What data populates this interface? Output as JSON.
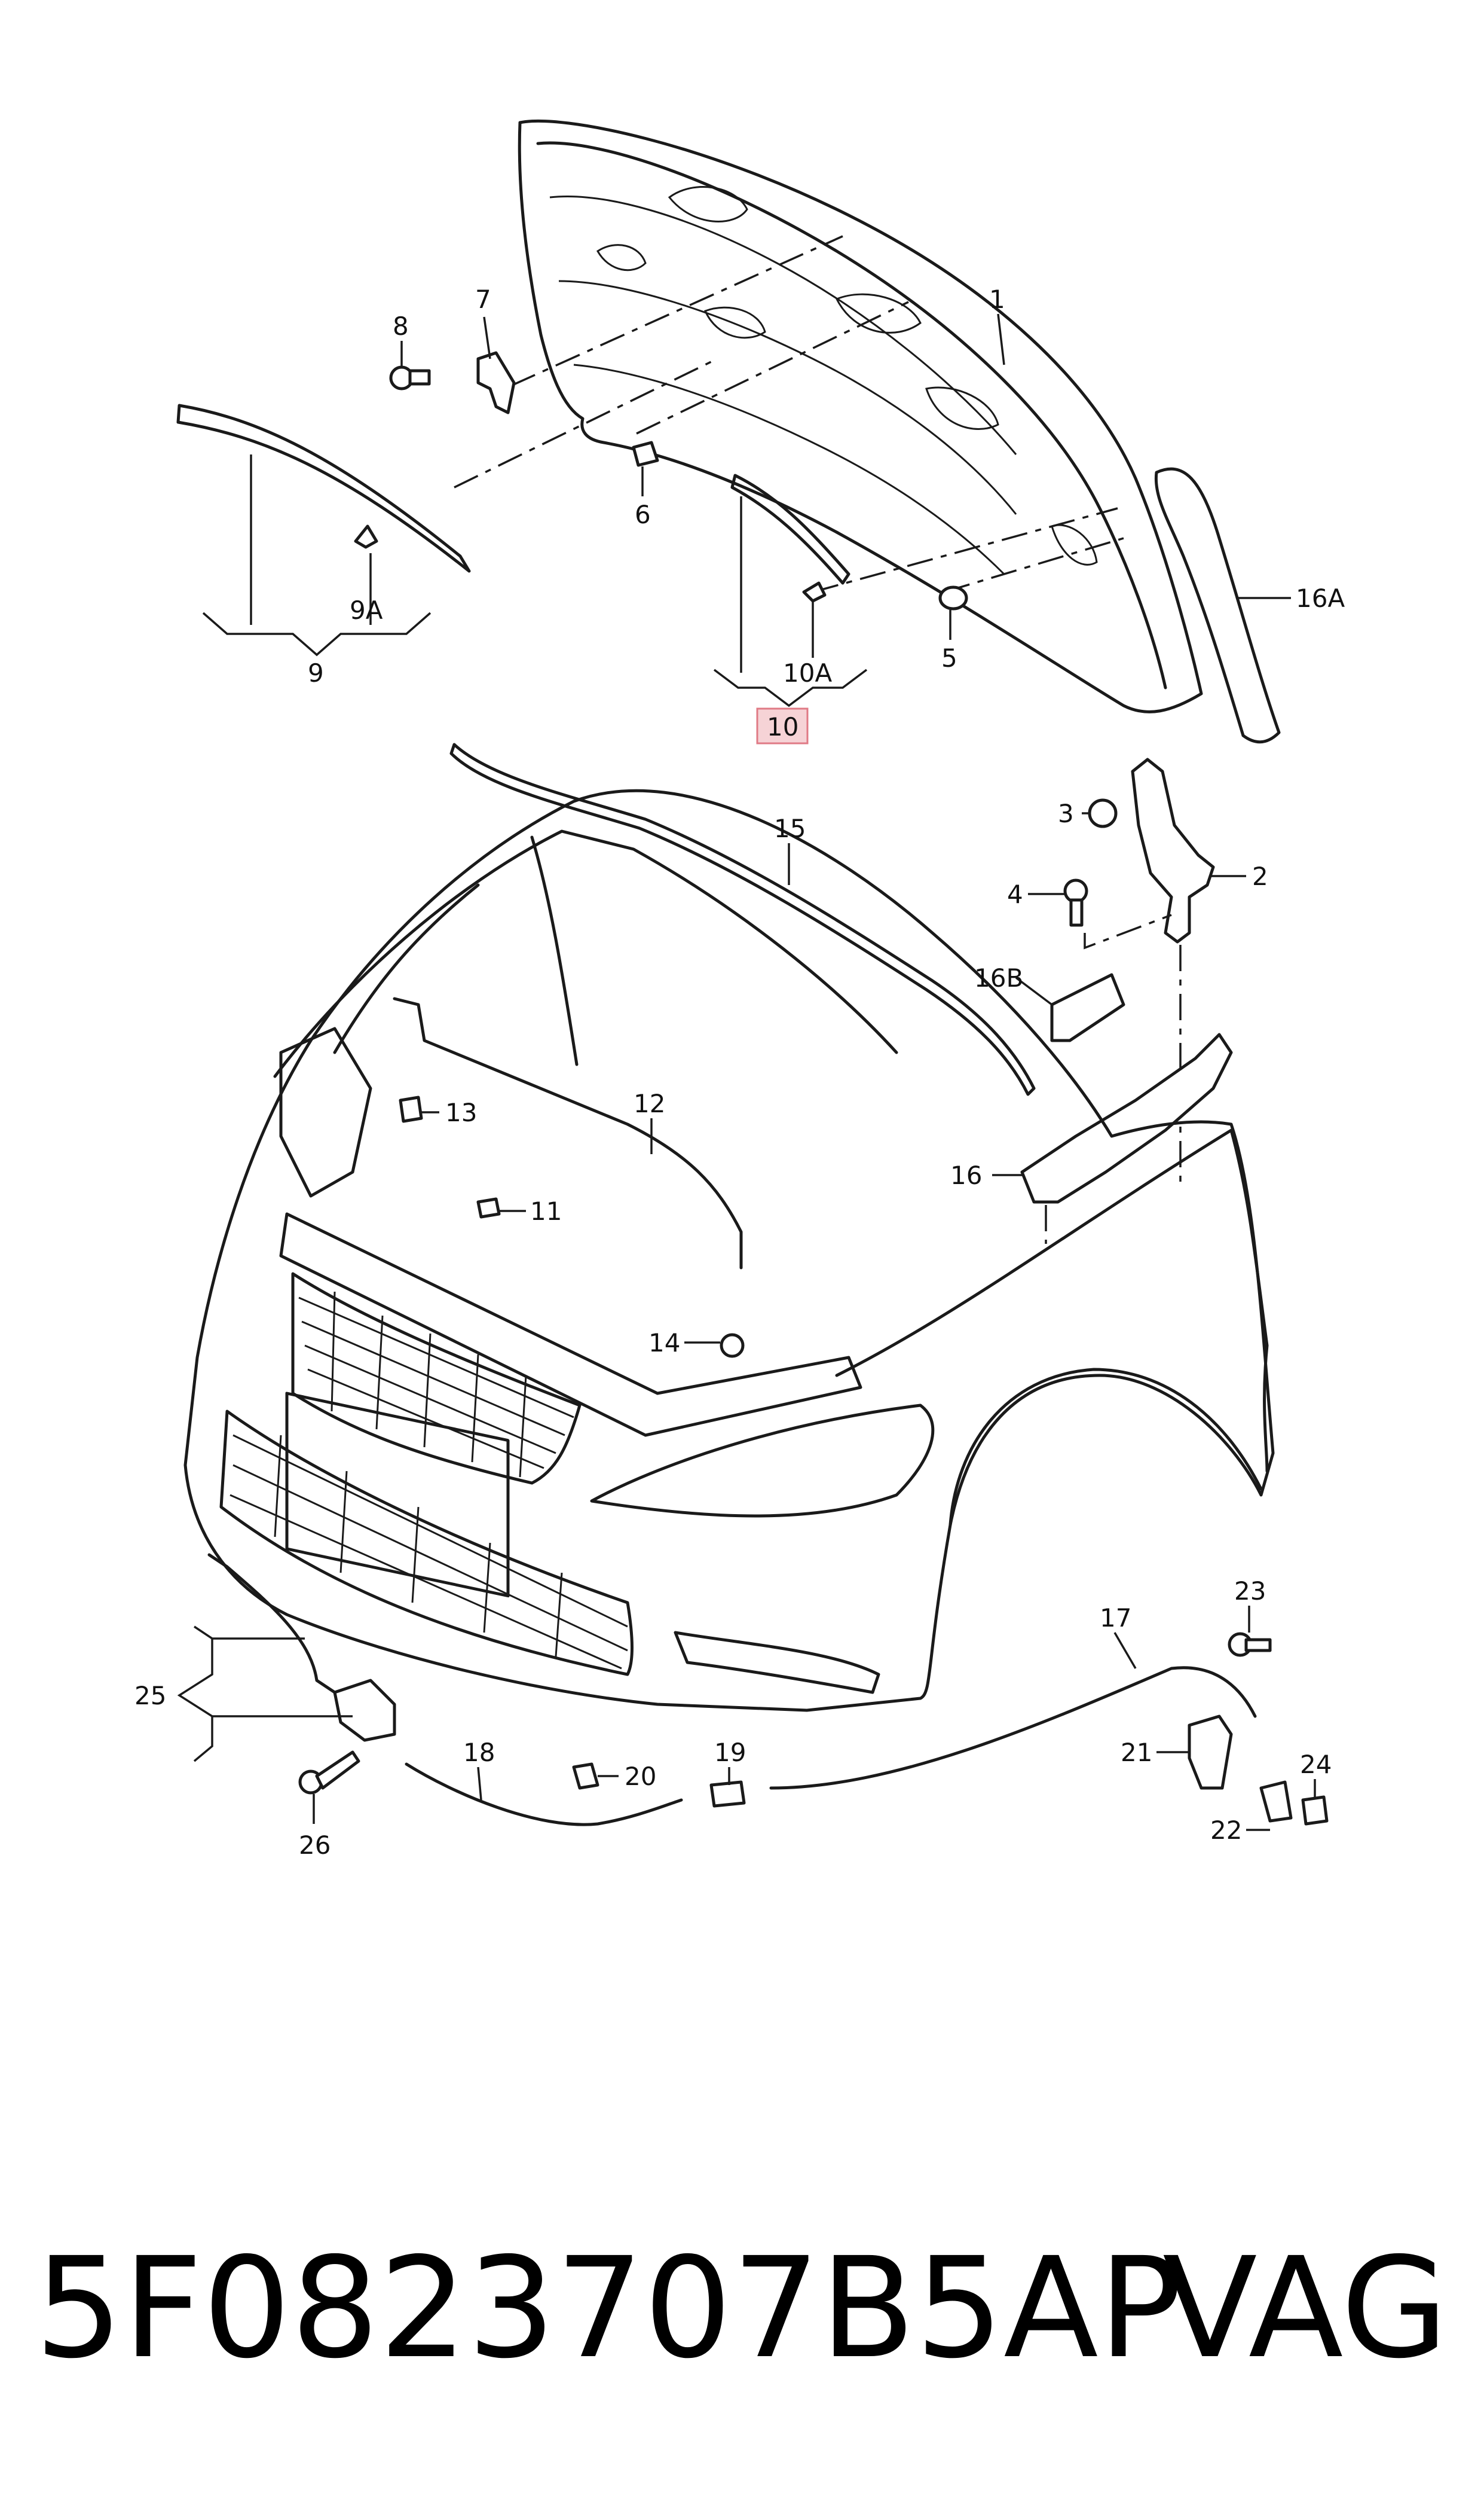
{
  "diagram": {
    "callouts": [
      {
        "id": "c1",
        "label": "1"
      },
      {
        "id": "c2",
        "label": "2"
      },
      {
        "id": "c3",
        "label": "3"
      },
      {
        "id": "c4",
        "label": "4"
      },
      {
        "id": "c5",
        "label": "5"
      },
      {
        "id": "c6",
        "label": "6"
      },
      {
        "id": "c7",
        "label": "7"
      },
      {
        "id": "c8",
        "label": "8"
      },
      {
        "id": "c9",
        "label": "9"
      },
      {
        "id": "c9a",
        "label": "9A"
      },
      {
        "id": "c10",
        "label": "10",
        "highlighted": true
      },
      {
        "id": "c10a",
        "label": "10A"
      },
      {
        "id": "c11",
        "label": "11"
      },
      {
        "id": "c12",
        "label": "12"
      },
      {
        "id": "c13",
        "label": "13"
      },
      {
        "id": "c14",
        "label": "14"
      },
      {
        "id": "c15",
        "label": "15"
      },
      {
        "id": "c16",
        "label": "16"
      },
      {
        "id": "c16a",
        "label": "16A"
      },
      {
        "id": "c16b",
        "label": "16B"
      },
      {
        "id": "c17",
        "label": "17"
      },
      {
        "id": "c18",
        "label": "18"
      },
      {
        "id": "c19",
        "label": "19"
      },
      {
        "id": "c20",
        "label": "20"
      },
      {
        "id": "c21",
        "label": "21"
      },
      {
        "id": "c22",
        "label": "22"
      },
      {
        "id": "c23",
        "label": "23"
      },
      {
        "id": "c24",
        "label": "24"
      },
      {
        "id": "c25",
        "label": "25"
      },
      {
        "id": "c26",
        "label": "26"
      }
    ],
    "highlight_color": "#f6d3d6"
  },
  "footer": {
    "part_number": "5F0823707B5AP",
    "brand": "VAG"
  }
}
